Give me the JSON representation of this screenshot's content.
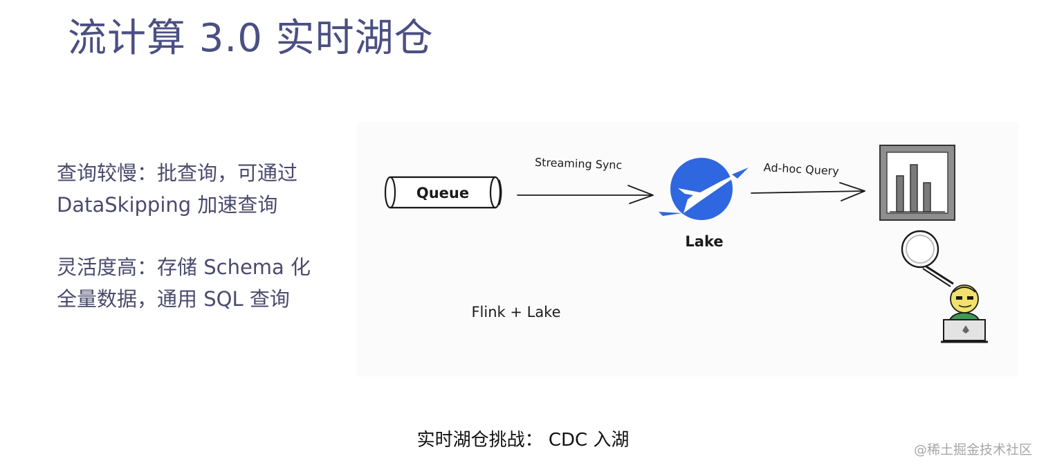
{
  "title": "流计算 3.0 实时湖仓",
  "left_text": {
    "block1": [
      "查询较慢：批查询，可通过",
      "DataSkipping 加速查询"
    ],
    "block2": [
      "灵活度高：存储 Schema 化",
      "全量数据，通用 SQL 查询"
    ]
  },
  "diagram": {
    "queue_label": "Queue",
    "streaming_sync_label": "Streaming Sync",
    "lake_label": "Lake",
    "adhoc_label": "Ad-hoc Query",
    "flink_lake_label": "Flink + Lake",
    "colors": {
      "lake_logo": "#2f67e0",
      "chart_frame": "#444444",
      "person_shirt": "#3e9a54"
    }
  },
  "caption": "实时湖仓挑战：  CDC 入湖",
  "watermark": "@稀土掘金技术社区"
}
